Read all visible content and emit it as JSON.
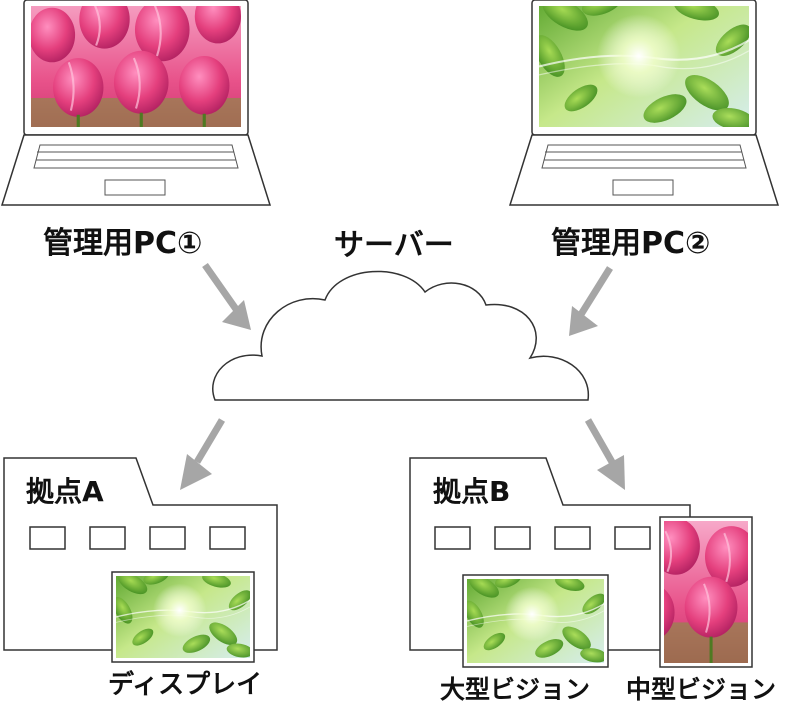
{
  "labels": {
    "pc1": "管理用PC①",
    "pc2": "管理用PC②",
    "server": "サーバー",
    "site_a": "拠点A",
    "site_b": "拠点B",
    "display": "ディスプレイ",
    "large_vision": "大型ビジョン",
    "medium_vision": "中型ビジョン"
  },
  "colors": {
    "outline": "#333333",
    "arrow": "#a6a6a6",
    "tulip_pink": "#e0407a",
    "leaf_green": "#6cb83a",
    "sky": "#cfe9f2"
  },
  "images": {
    "pc1_screen": "tulip-photo",
    "pc2_screen": "green-leaves-photo",
    "display_screen": "green-leaves-photo",
    "large_vision_screen": "green-leaves-photo",
    "medium_vision_screen": "tulip-photo"
  }
}
